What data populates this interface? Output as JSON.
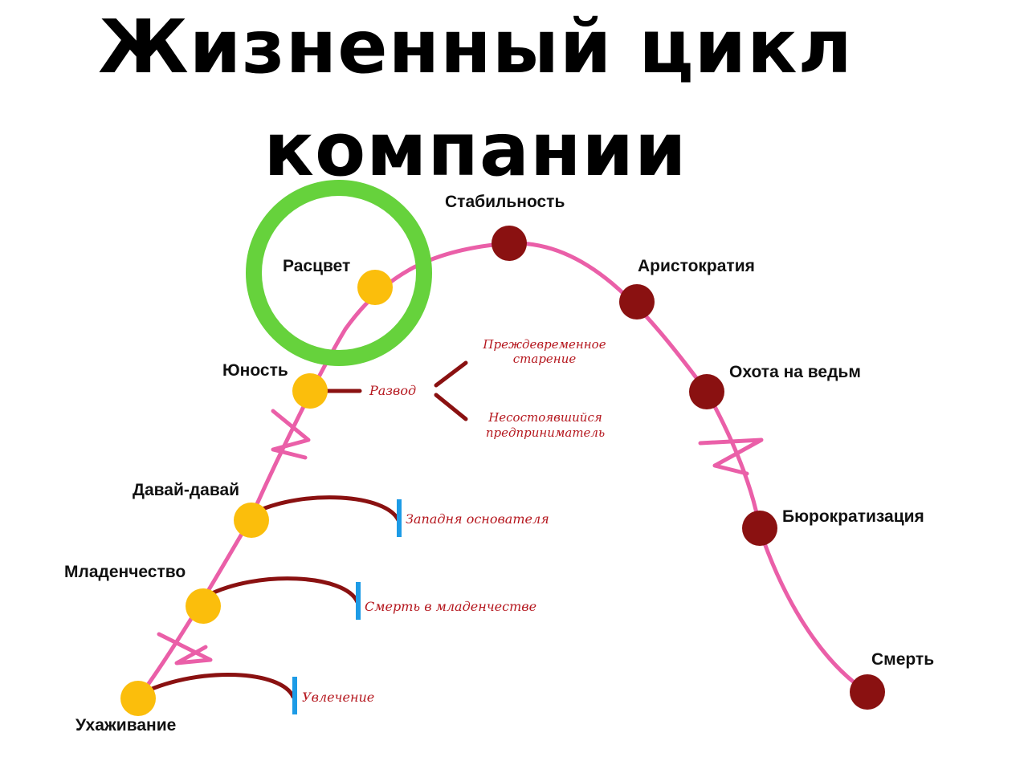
{
  "title": {
    "line1": "Жизненный цикл",
    "line2": "компании"
  },
  "colors": {
    "curve": "#ea5fa8",
    "growth_stage": "#fbbe0c",
    "decline_stage": "#8a1111",
    "highlight_ring": "#66d23c",
    "trap_arc": "#8a1111",
    "trap_bar": "#1d9be6",
    "trap_text": "#b5171e"
  },
  "stages": {
    "courtship": "Ухаживание",
    "infancy": "Младенчество",
    "go_go": "Давай-давай",
    "adolescence": "Юность",
    "prime": "Расцвет",
    "stability": "Стабильность",
    "aristocracy": "Аристократия",
    "witch_hunt": "Охота на ведьм",
    "bureaucracy": "Бюрократизация",
    "death": "Смерть"
  },
  "traps": {
    "affair": "Увлечение",
    "infant_mortality": "Смерть в младенчестве",
    "founder_trap": "Западня основателя",
    "divorce": "Развод",
    "premature_aging": [
      "Преждевременное",
      "старение"
    ],
    "unfulfilled_entrepreneur": [
      "Несостоявшийся",
      "предприниматель"
    ]
  }
}
